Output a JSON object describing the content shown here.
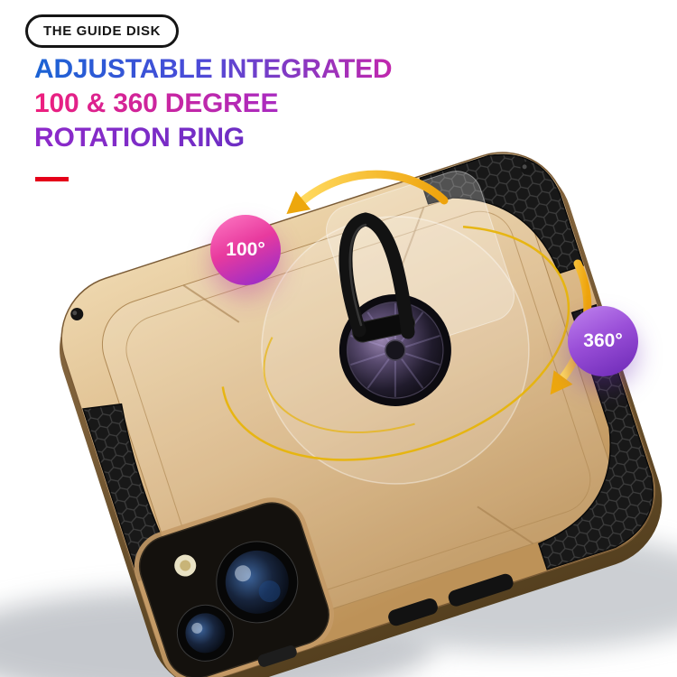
{
  "badge": {
    "label": "THE GUIDE DISK"
  },
  "headline": {
    "line1": "ADJUSTABLE INTEGRATED",
    "line2": "100 & 360 DEGREE",
    "line3": "ROTATION RING"
  },
  "callouts": {
    "rotation_100": "100°",
    "rotation_360": "360°"
  },
  "icons": {
    "rotation_arrow_top": "curved-arrow-left",
    "rotation_arrow_right": "curved-arrow-down"
  },
  "colors": {
    "headline_blue": "#1a63d4",
    "headline_magenta": "#e0218a",
    "headline_purple": "#7a2fc2",
    "accent_red": "#e50019",
    "case_gold": "#d8b482",
    "bumper_black": "#181818",
    "arrow_yellow": "#eda70d",
    "badge_100": "#e83a9e",
    "badge_360": "#8a4fd0"
  }
}
